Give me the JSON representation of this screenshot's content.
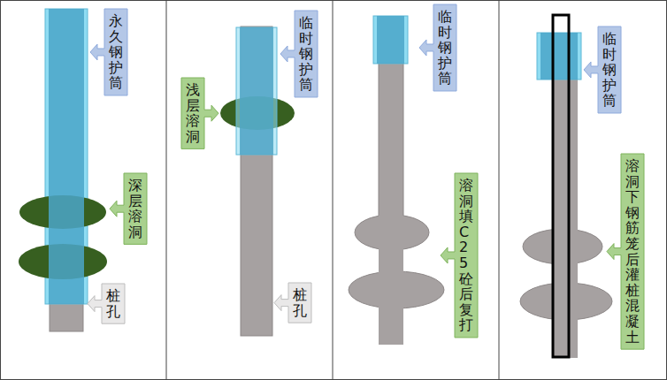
{
  "diagram": {
    "nodes": [
      {
        "text": [
          "永久钢护筒"
        ]
      },
      {
        "text": [
          "深层溶洞"
        ]
      },
      {
        "text": [
          "桩孔"
        ]
      },
      {
        "text": [
          "临时钢护筒"
        ]
      },
      {
        "text": [
          "浅层溶洞"
        ]
      },
      {
        "text": [
          "桩孔"
        ]
      },
      {
        "text": [
          "临时钢护筒"
        ]
      },
      {
        "text": [
          "溶洞填C25砼后复打"
        ]
      },
      {
        "text": [
          "临时钢护筒"
        ]
      },
      {
        "text": [
          "溶洞下钢筋笼后灌桩混凝土"
        ]
      }
    ]
  }
}
